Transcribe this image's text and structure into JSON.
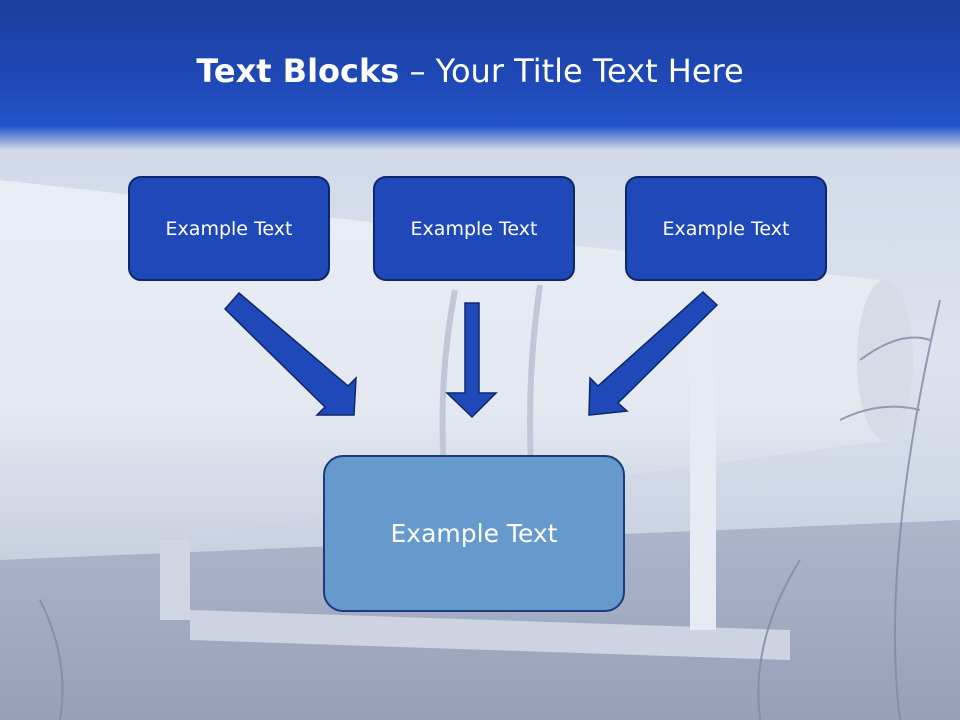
{
  "title": {
    "bold": "Text Blocks",
    "separator": " – ",
    "rest": "Your Title Text Here"
  },
  "blocks": [
    {
      "label": "Example Text"
    },
    {
      "label": "Example Text"
    },
    {
      "label": "Example Text"
    }
  ],
  "target": {
    "label": "Example Text"
  },
  "colors": {
    "header": "#1f49b8",
    "box_fill": "#1f49b8",
    "box_border": "#10266a",
    "target_fill": "#6699cc",
    "arrow_fill": "#1f49b8"
  }
}
